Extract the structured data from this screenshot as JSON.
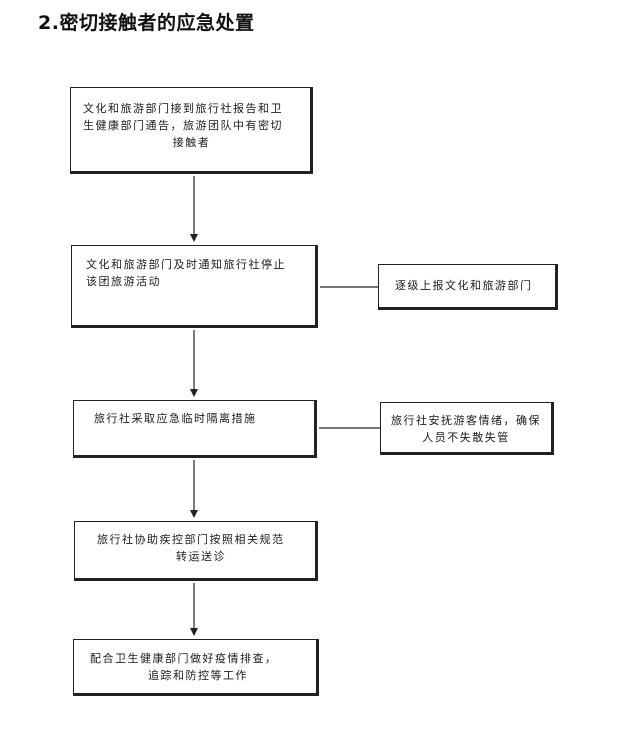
{
  "title": "2.密切接触者的应急处置",
  "steps": [
    {
      "lines": [
        "文化和旅游部门接到旅行社报告和卫",
        "生健康部门通告，旅游团队中有密切",
        "接触者"
      ]
    },
    {
      "lines": [
        "文化和旅游部门及时通知旅行社停止",
        "该团旅游活动"
      ]
    },
    {
      "lines": [
        "旅行社采取应急临时隔离措施"
      ]
    },
    {
      "lines": [
        "旅行社协助疾控部门按照相关规范",
        "转运送诊"
      ]
    },
    {
      "lines": [
        "配合卫生健康部门做好疫情排查，",
        "追踪和防控等工作"
      ]
    }
  ],
  "side_boxes": [
    {
      "lines": [
        "逐级上报文化和旅游部门"
      ]
    },
    {
      "lines": [
        "旅行社安抚游客情绪，确保",
        "人员不失散失管"
      ]
    }
  ]
}
